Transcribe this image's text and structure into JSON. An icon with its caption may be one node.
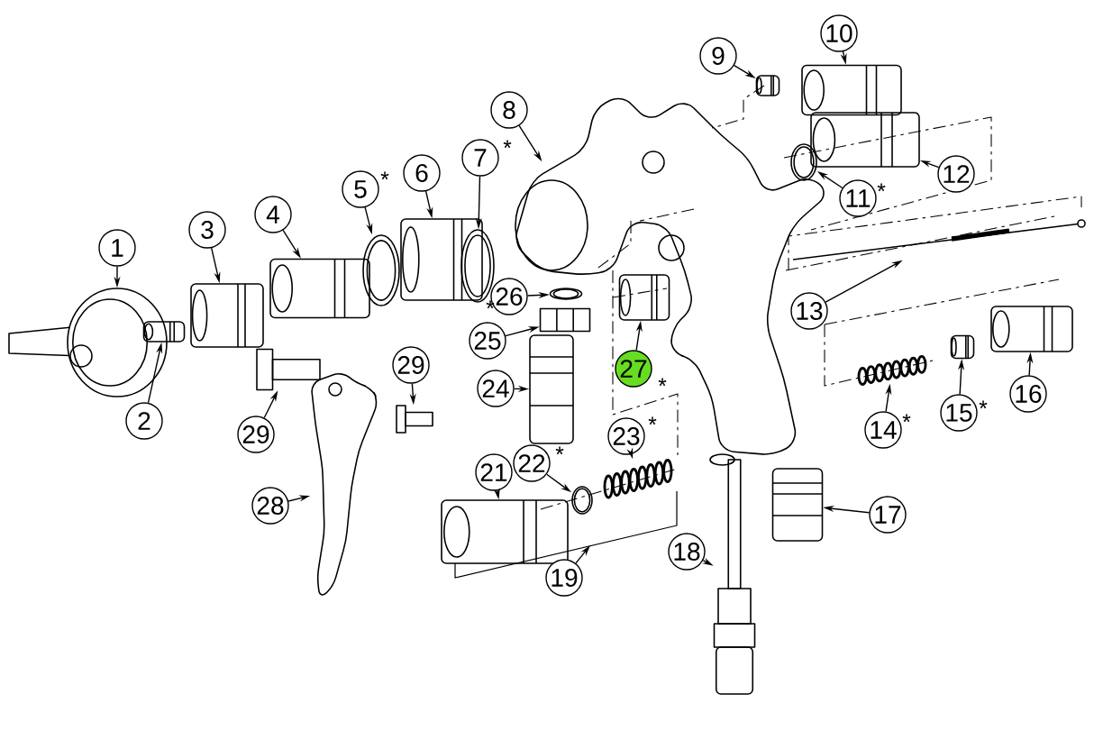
{
  "diagram": {
    "nodes": [
      {
        "text": [
          "1"
        ]
      },
      {
        "text": [
          "2"
        ]
      },
      {
        "text": [
          "3"
        ]
      },
      {
        "text": [
          "4"
        ]
      },
      {
        "text": [
          "5"
        ],
        "beside": [
          "*"
        ]
      },
      {
        "text": [
          "6"
        ]
      },
      {
        "text": [
          "7"
        ],
        "beside": [
          "*"
        ]
      },
      {
        "text": [
          "8"
        ]
      },
      {
        "text": [
          "9"
        ]
      },
      {
        "text": [
          "10"
        ]
      },
      {
        "text": [
          "11"
        ],
        "beside": [
          "*"
        ]
      },
      {
        "text": [
          "12"
        ]
      },
      {
        "text": [
          "13"
        ]
      },
      {
        "text": [
          "14"
        ],
        "beside": [
          "*"
        ]
      },
      {
        "text": [
          "15"
        ],
        "beside": [
          "*"
        ]
      },
      {
        "text": [
          "16"
        ]
      },
      {
        "text": [
          "17"
        ]
      },
      {
        "text": [
          "18"
        ]
      },
      {
        "text": [
          "19"
        ]
      },
      {
        "text": [
          "21"
        ]
      },
      {
        "text": [
          "22"
        ],
        "beside": [
          "*"
        ]
      },
      {
        "text": [
          "23"
        ],
        "beside": [
          "*"
        ]
      },
      {
        "text": [
          "24"
        ]
      },
      {
        "text": [
          "25"
        ]
      },
      {
        "text": [
          "26"
        ],
        "beside": [
          "*"
        ]
      },
      {
        "text": [
          "27"
        ],
        "beside": [
          "*"
        ]
      },
      {
        "text": [
          "28"
        ]
      },
      {
        "text": [
          "29"
        ]
      },
      {
        "text": [
          "29"
        ]
      },
      {
        "text": [],
        "shape": "picture"
      },
      {
        "text": [],
        "shape": "picture"
      },
      {
        "text": [],
        "shape": "picture"
      },
      {
        "text": [],
        "shape": "picture"
      },
      {
        "text": [],
        "shape": "picture"
      },
      {
        "text": [],
        "shape": "picture"
      },
      {
        "text": [],
        "shape": "picture"
      },
      {
        "text": [],
        "shape": "picture"
      },
      {
        "text": [],
        "shape": "picture"
      },
      {
        "text": [],
        "shape": "picture"
      },
      {
        "text": [],
        "shape": "picture"
      },
      {
        "text": [],
        "shape": "picture"
      },
      {
        "text": [],
        "shape": "picture"
      },
      {
        "text": [],
        "shape": "picture"
      },
      {
        "text": [],
        "shape": "picture"
      },
      {
        "text": [],
        "shape": "picture"
      },
      {
        "text": [],
        "shape": "picture"
      },
      {
        "text": [],
        "shape": "picture"
      },
      {
        "text": [],
        "shape": "picture"
      },
      {
        "text": [],
        "shape": "picture"
      },
      {
        "text": [],
        "shape": "picture"
      },
      {
        "text": [],
        "shape": "picture"
      },
      {
        "text": [],
        "shape": "picture"
      },
      {
        "text": [],
        "shape": "picture"
      },
      {
        "text": [],
        "shape": "picture"
      },
      {
        "text": [],
        "shape": "picture"
      },
      {
        "text": [],
        "shape": "picture"
      },
      {
        "text": [],
        "shape": "picture"
      }
    ],
    "edges": [
      {
        "from": 0,
        "to": 29,
        "arrow": "to"
      },
      {
        "from": 1,
        "to": 30,
        "arrow": "to"
      },
      {
        "from": 2,
        "to": 31,
        "arrow": "to"
      },
      {
        "from": 3,
        "to": 32,
        "arrow": "to"
      },
      {
        "from": 4,
        "to": 33,
        "arrow": "to"
      },
      {
        "from": 5,
        "to": 34,
        "arrow": "to"
      },
      {
        "from": 6,
        "to": 35,
        "arrow": "to"
      },
      {
        "from": 7,
        "to": 36,
        "arrow": "to"
      },
      {
        "from": 8,
        "to": 37,
        "arrow": "to"
      },
      {
        "from": 9,
        "to": 38,
        "arrow": "to"
      },
      {
        "from": 10,
        "to": 39,
        "arrow": "to"
      },
      {
        "from": 11,
        "to": 40,
        "arrow": "to"
      },
      {
        "from": 12,
        "to": 41,
        "arrow": "to"
      },
      {
        "from": 13,
        "to": 42,
        "arrow": "to"
      },
      {
        "from": 14,
        "to": 43,
        "arrow": "to"
      },
      {
        "from": 15,
        "to": 44,
        "arrow": "to"
      },
      {
        "from": 16,
        "to": 45,
        "arrow": "to"
      },
      {
        "from": 17,
        "to": 46,
        "arrow": "to"
      },
      {
        "from": 18,
        "to": null,
        "arrow": "to"
      },
      {
        "from": 19,
        "to": 47,
        "arrow": "to"
      },
      {
        "from": 20,
        "to": 48,
        "arrow": "to"
      },
      {
        "from": 21,
        "to": 49,
        "arrow": "to"
      },
      {
        "from": 22,
        "to": 50,
        "arrow": "to"
      },
      {
        "from": 23,
        "to": 51,
        "arrow": "to"
      },
      {
        "from": 24,
        "to": 52,
        "arrow": "to"
      },
      {
        "from": 25,
        "to": 53,
        "arrow": "to"
      },
      {
        "from": 26,
        "to": 54,
        "arrow": "to"
      },
      {
        "from": 27,
        "to": 55,
        "arrow": "to"
      },
      {
        "from": 28,
        "to": 56,
        "arrow": "to"
      }
    ]
  }
}
